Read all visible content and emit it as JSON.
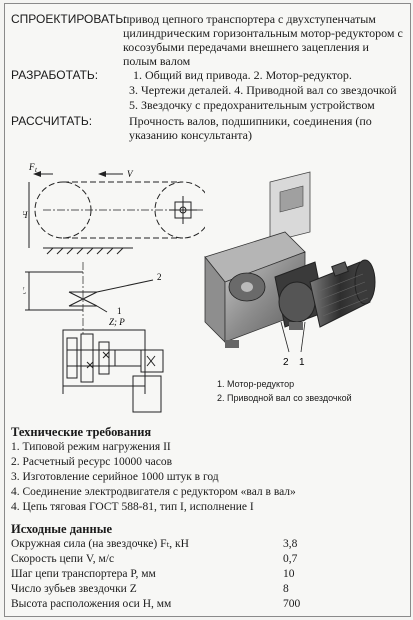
{
  "assignment": {
    "design_label": "СПРОЕКТИРОВАТЬ:",
    "design_text": "привод цепного транспортера с двухступенчатым цилиндрическим горизонтальным мотор-редуктором с косозубыми передачами внешнего зацепления и полым валом",
    "develop_label": "РАЗРАБОТАТЬ:",
    "develop_items": [
      "1. Общий вид привода. 2. Мотор-редуктор.",
      "3. Чертежи деталей. 4. Приводной вал со звездочкой",
      "5. Звездочку с предохранительным устройством"
    ],
    "calc_label": "РАССЧИТАТЬ:",
    "calc_text": "Прочность валов, подшипники, соединения (по указанию консультанта)"
  },
  "schematic": {
    "force_label": "F",
    "force_sub": "t",
    "velocity_label": "V",
    "height_label": "H",
    "length_label": "L",
    "callout_1": "1",
    "callout_2": "2",
    "zp_label": "Z; P"
  },
  "photo": {
    "callout_2": "2",
    "callout_1": "1",
    "caption_1": "1. Мотор-редуктор",
    "caption_2": "2.  Приводной вал со звездочкой"
  },
  "requirements": {
    "title": "Технические требования",
    "items": [
      "1. Типовой режим нагружения II",
      "2. Расчетный ресурс 10000 часов",
      "3. Изготовление серийное 1000 штук в год",
      "4. Соединение электродвигателя с редуктором «вал в вал»",
      "4. Цепь тяговая ГОСТ 588-81, тип I, исполнение I"
    ]
  },
  "input_data": {
    "title": "Исходные данные",
    "rows": [
      {
        "label": "Окружная сила (на звездочке) Fₜ, кН",
        "value": "3,8"
      },
      {
        "label": "Скорость цепи V, м/с",
        "value": "0,7"
      },
      {
        "label": "Шаг цепи транспортера P, мм",
        "value": "10"
      },
      {
        "label": "Число зубьев звездочки Z",
        "value": "8"
      },
      {
        "label": "Высота расположения оси H, мм",
        "value": "700"
      }
    ]
  }
}
